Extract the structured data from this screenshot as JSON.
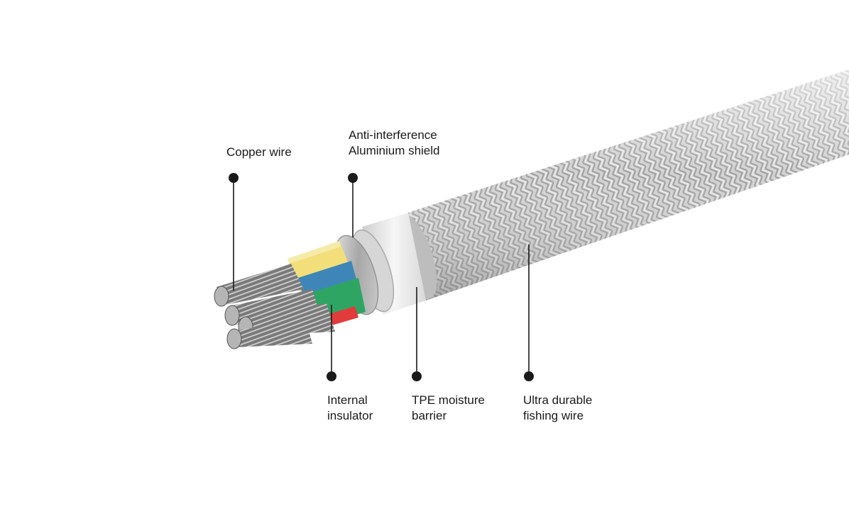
{
  "callouts": [
    {
      "id": "copper",
      "lines": [
        "Copper wire"
      ]
    },
    {
      "id": "shield",
      "lines": [
        "Anti-interference",
        "Aluminium shield"
      ]
    },
    {
      "id": "insulator",
      "lines": [
        "Internal",
        "insulator"
      ]
    },
    {
      "id": "tpe",
      "lines": [
        "TPE moisture",
        "barrier"
      ]
    },
    {
      "id": "fishing",
      "lines": [
        "Ultra durable",
        "fishing wire"
      ]
    }
  ],
  "colors": {
    "text": "#1a1a1a",
    "leader": "#1a1a1a",
    "braid": "#c9c9c9",
    "barrier": "#e6e6e6",
    "shield": "#bdbdbd",
    "core_yellow": "#f2df7a",
    "core_blue": "#3f86b8",
    "core_green": "#2fa564",
    "core_red": "#e23b3b",
    "copper_strands": "#8a8a8a"
  }
}
